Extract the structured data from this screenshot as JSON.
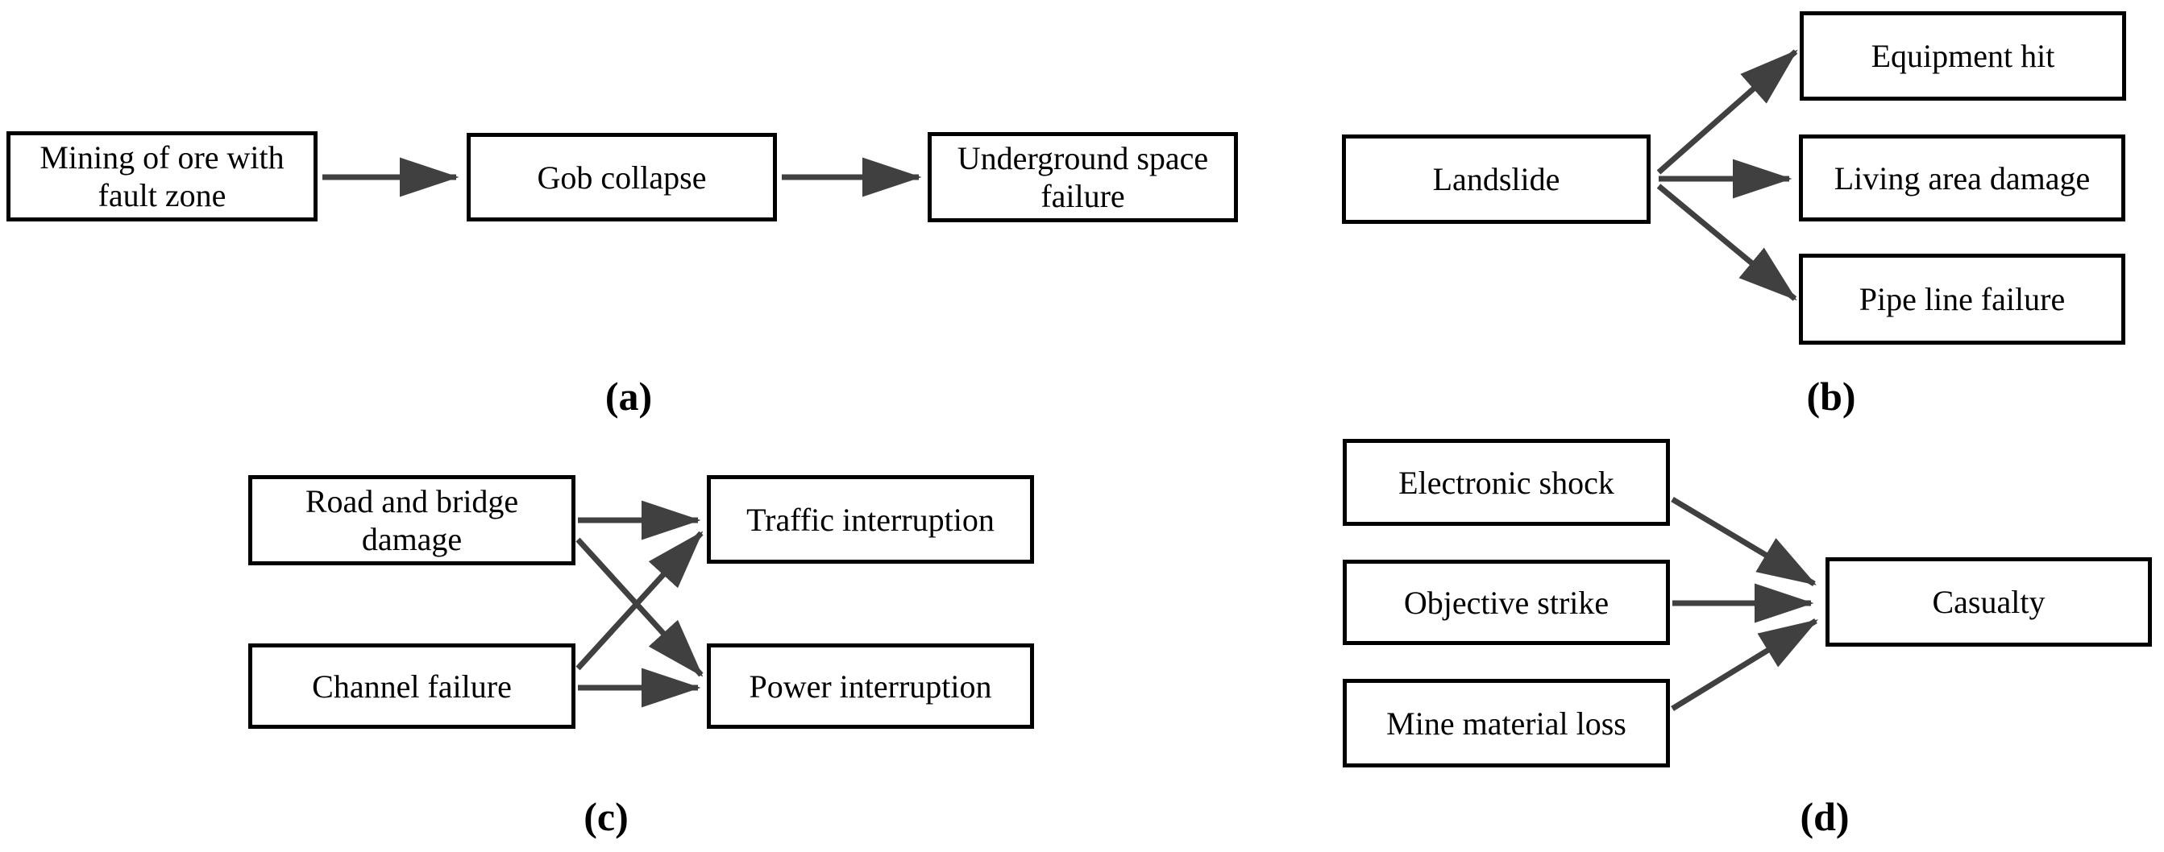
{
  "figure": {
    "background": "#ffffff",
    "box_fill": "#ffffff",
    "box_border_color": "#000000",
    "text_color": "#000000",
    "arrow_color": "#404040"
  },
  "panels": [
    {
      "id": "a",
      "caption": "(a)",
      "nodes": [
        {
          "label": "Mining of ore with fault zone"
        },
        {
          "label": "Gob collapse"
        },
        {
          "label": "Underground space failure"
        }
      ],
      "edges": [
        {
          "from": "Mining of ore with fault zone",
          "to": "Gob collapse"
        },
        {
          "from": "Gob collapse",
          "to": "Underground space failure"
        }
      ]
    },
    {
      "id": "b",
      "caption": "(b)",
      "nodes": [
        {
          "label": "Landslide"
        },
        {
          "label": "Equipment hit"
        },
        {
          "label": "Living area damage"
        },
        {
          "label": "Pipe line failure"
        }
      ],
      "edges": [
        {
          "from": "Landslide",
          "to": "Equipment hit"
        },
        {
          "from": "Landslide",
          "to": "Living area damage"
        },
        {
          "from": "Landslide",
          "to": "Pipe line failure"
        }
      ]
    },
    {
      "id": "c",
      "caption": "(c)",
      "nodes": [
        {
          "label": "Road and bridge damage"
        },
        {
          "label": "Channel failure"
        },
        {
          "label": "Traffic interruption"
        },
        {
          "label": "Power interruption"
        }
      ],
      "edges": [
        {
          "from": "Road and bridge damage",
          "to": "Traffic interruption"
        },
        {
          "from": "Road and bridge damage",
          "to": "Power interruption"
        },
        {
          "from": "Channel failure",
          "to": "Traffic interruption"
        },
        {
          "from": "Channel failure",
          "to": "Power interruption"
        }
      ]
    },
    {
      "id": "d",
      "caption": "(d)",
      "nodes": [
        {
          "label": "Electronic shock"
        },
        {
          "label": "Objective strike"
        },
        {
          "label": "Mine material loss"
        },
        {
          "label": "Casualty"
        }
      ],
      "edges": [
        {
          "from": "Electronic shock",
          "to": "Casualty"
        },
        {
          "from": "Objective strike",
          "to": "Casualty"
        },
        {
          "from": "Mine material loss",
          "to": "Casualty"
        }
      ]
    }
  ]
}
